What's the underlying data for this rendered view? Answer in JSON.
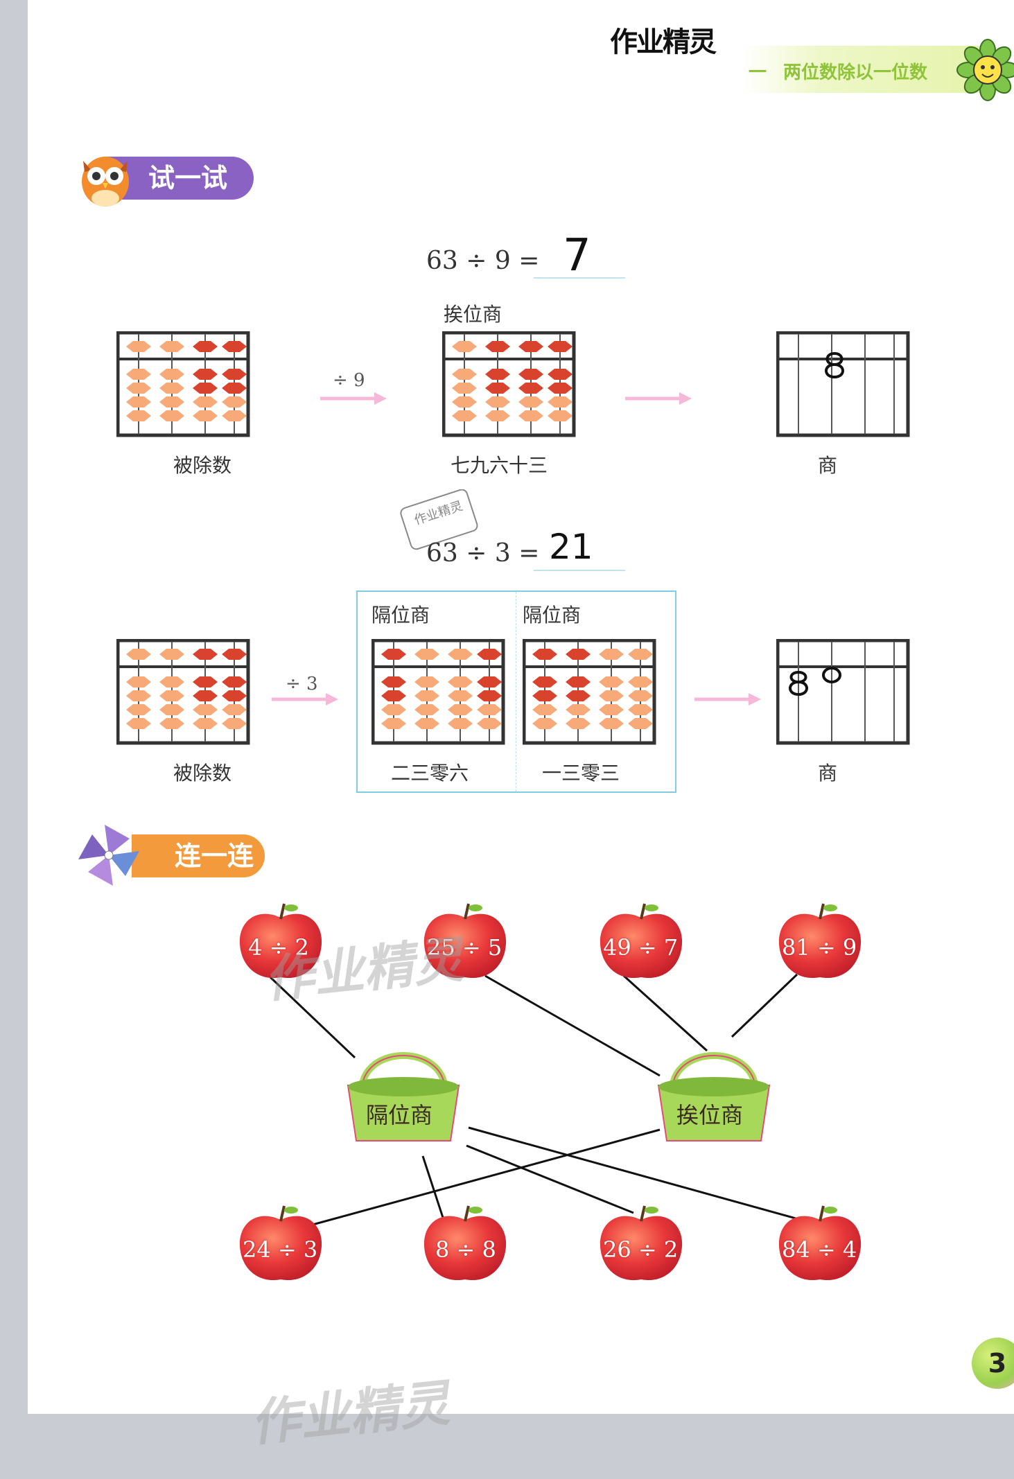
{
  "header": {
    "title": "作业精灵",
    "chapter_number": "一",
    "chapter_title": "两位数除以一位数"
  },
  "section_try": {
    "title": "试一试",
    "problem1": {
      "equation": "63 ÷ 9 =",
      "answer": "7",
      "method": "挨位商",
      "operator": "÷ 9",
      "label_dividend": "被除数",
      "label_rhyme": "七九六十三",
      "label_quotient": "商"
    },
    "problem2": {
      "equation": "63 ÷ 3 =",
      "answer": "21",
      "operator": "÷ 3",
      "label_dividend": "被除数",
      "step1_method": "隔位商",
      "step1_rhyme": "二三零六",
      "step2_method": "隔位商",
      "step2_rhyme": "一三零三",
      "label_quotient": "商"
    }
  },
  "section_link": {
    "title": "连一连",
    "top_apples": [
      "4 ÷ 2",
      "25 ÷ 5",
      "49 ÷ 7",
      "81 ÷ 9"
    ],
    "baskets": [
      "隔位商",
      "挨位商"
    ],
    "bottom_apples": [
      "24 ÷ 3",
      "8 ÷ 8",
      "26 ÷ 2",
      "84 ÷ 4"
    ]
  },
  "stamp": {
    "text": "作业精灵"
  },
  "watermarks": [
    "作业精灵",
    "作业精灵"
  ],
  "page_number": "3",
  "colors": {
    "purple": "#8a62c4",
    "orange": "#f39a3c",
    "green": "#8fc33a",
    "bead_orange": "#f7a978",
    "bead_red": "#d9432e",
    "apple_red": "#e8383a",
    "basket_green": "#a8d85a"
  }
}
